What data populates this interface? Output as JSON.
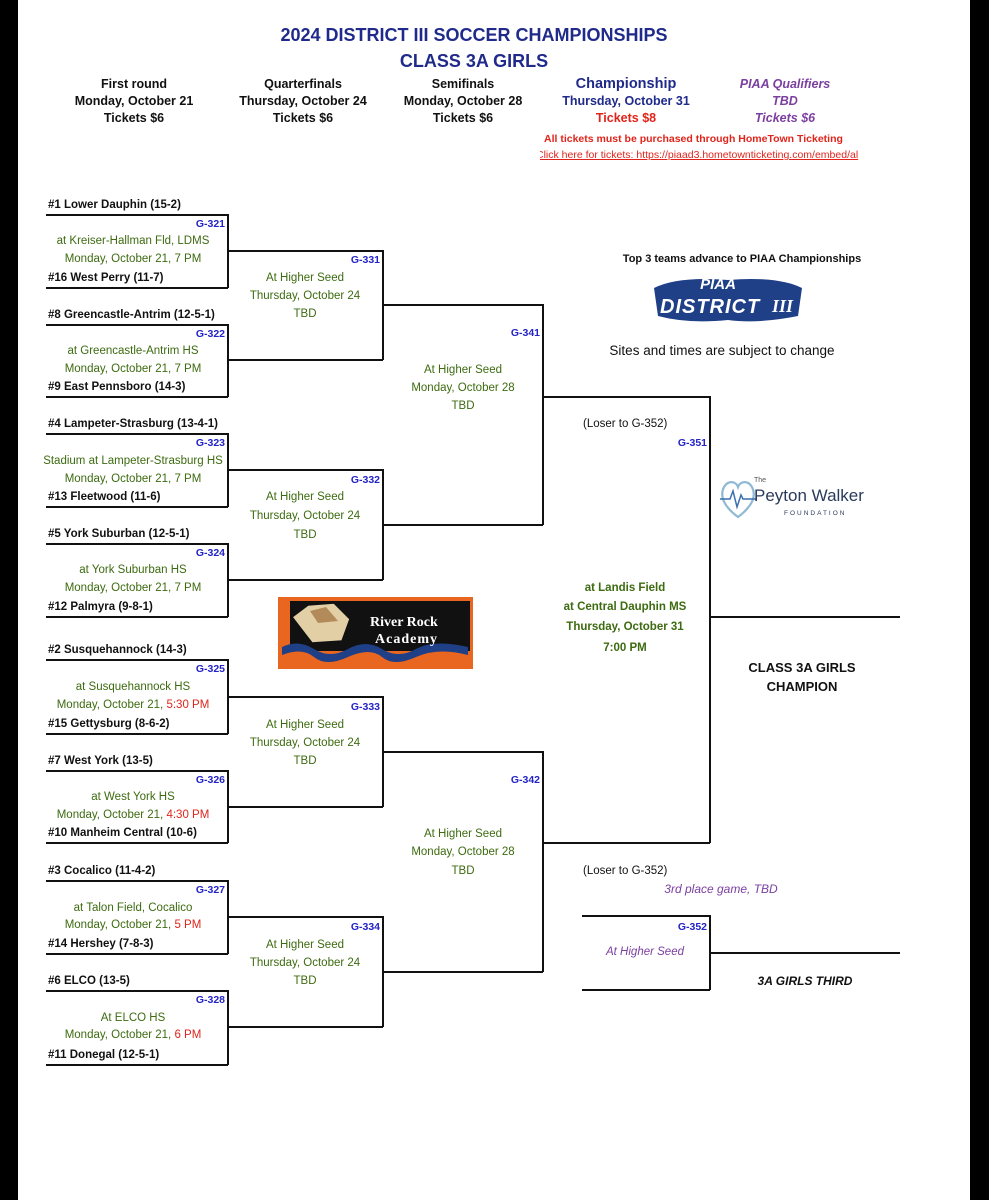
{
  "title": {
    "line1": "2024 DISTRICT III SOCCER CHAMPIONSHIPS",
    "line2": "CLASS 3A GIRLS"
  },
  "rounds": [
    {
      "name": "First round",
      "date": "Monday, October 21",
      "tickets": "Tickets $6"
    },
    {
      "name": "Quarterfinals",
      "date": "Thursday, October 24",
      "tickets": "Tickets $6"
    },
    {
      "name": "Semifinals",
      "date": "Monday, October 28",
      "tickets": "Tickets $6"
    },
    {
      "name": "Championship",
      "date": "Thursday, October 31",
      "tickets": "Tickets $8"
    },
    {
      "name": "PIAA Qualifiers",
      "date": "TBD",
      "tickets": "Tickets $6"
    }
  ],
  "notice": {
    "line1": "All tickets must be purchased through HomeTown Ticketing",
    "line2": "Click here for tickets: https://piaad3.hometownticketing.com/embed/al"
  },
  "teams": {
    "t1": "#1 Lower Dauphin (15-2)",
    "t16": "#16 West Perry (11-7)",
    "t8": "#8 Greencastle-Antrim (12-5-1)",
    "t9": "#9 East Pennsboro (14-3)",
    "t4": "#4 Lampeter-Strasburg (13-4-1)",
    "t13": "#13 Fleetwood (11-6)",
    "t5": "#5 York Suburban (12-5-1)",
    "t12": "#12 Palmyra (9-8-1)",
    "t2": "#2 Susquehannock (14-3)",
    "t15": "#15 Gettysburg (8-6-2)",
    "t7": "#7 West York (13-5)",
    "t10": "#10 Manheim Central (10-6)",
    "t3": "#3 Cocalico (11-4-2)",
    "t14": "#14 Hershey (7-8-3)",
    "t6": "#6 ELCO (13-5)",
    "t11": "#11 Donegal (12-5-1)"
  },
  "games": {
    "g321": "G-321",
    "g322": "G-322",
    "g323": "G-323",
    "g324": "G-324",
    "g325": "G-325",
    "g326": "G-326",
    "g327": "G-327",
    "g328": "G-328",
    "g331": "G-331",
    "g332": "G-332",
    "g333": "G-333",
    "g334": "G-334",
    "g341": "G-341",
    "g342": "G-342",
    "g351": "G-351",
    "g352": "G-352"
  },
  "first_round": {
    "g321": {
      "site": "at Kreiser-Hallman Fld, LDMS",
      "date": "Monday, October 21, 7 PM",
      "time": ""
    },
    "g322": {
      "site": "at Greencastle-Antrim HS",
      "date": "Monday, October 21, 7 PM",
      "time": ""
    },
    "g323": {
      "site": "Stadium at Lampeter-Strasburg HS",
      "date": "Monday, October 21, 7 PM",
      "time": ""
    },
    "g324": {
      "site": "at York Suburban HS",
      "date": "Monday, October 21, 7 PM",
      "time": ""
    },
    "g325": {
      "site": "at Susquehannock HS",
      "date": "Monday, October 21, ",
      "time": "5:30 PM"
    },
    "g326": {
      "site": "at West York HS",
      "date": "Monday, October 21, ",
      "time": "4:30 PM"
    },
    "g327": {
      "site": "at Talon Field, Cocalico",
      "date": "Monday, October 21, ",
      "time": "5 PM"
    },
    "g328": {
      "site": "At ELCO HS",
      "date": "Monday, October 21, ",
      "time": "6 PM"
    }
  },
  "quarterfinal_info": {
    "site": "At Higher Seed",
    "date": "Thursday, October 24",
    "time": "TBD"
  },
  "semifinal_info": {
    "site": "At Higher Seed",
    "date": "Monday, October 28",
    "time": "TBD"
  },
  "championship_info": {
    "site1": "at Landis Field",
    "site2": "at Central Dauphin MS",
    "date": "Thursday, October 31",
    "time": "7:00 PM",
    "loser_note": "(Loser to G-352)"
  },
  "third_place": {
    "loser_note": "(Loser to G-352)",
    "label": "3rd place game, TBD",
    "site": "At Higher Seed",
    "result_label": "3A GIRLS THIRD"
  },
  "champion_label": {
    "line1": "CLASS 3A GIRLS",
    "line2": "CHAMPION"
  },
  "info": {
    "advance": "Top 3 teams advance to PIAA Championships",
    "change": "Sites and times are subject to change"
  },
  "logos": {
    "piaa_top": "PIAA",
    "piaa_bottom": "DISTRICT",
    "piaa_roman": "III",
    "river_rock_1": "River Rock",
    "river_rock_2": "Academy",
    "peyton_the": "The",
    "peyton_name": "Peyton Walker",
    "peyton_foundation": "FOUNDATION"
  },
  "colors": {
    "title": "#1f2a8a",
    "game_code": "#2323c8",
    "venue": "#3d6b10",
    "alert": "#e0241b",
    "qualifier": "#7b3fa0",
    "logo_orange": "#e8661f"
  }
}
